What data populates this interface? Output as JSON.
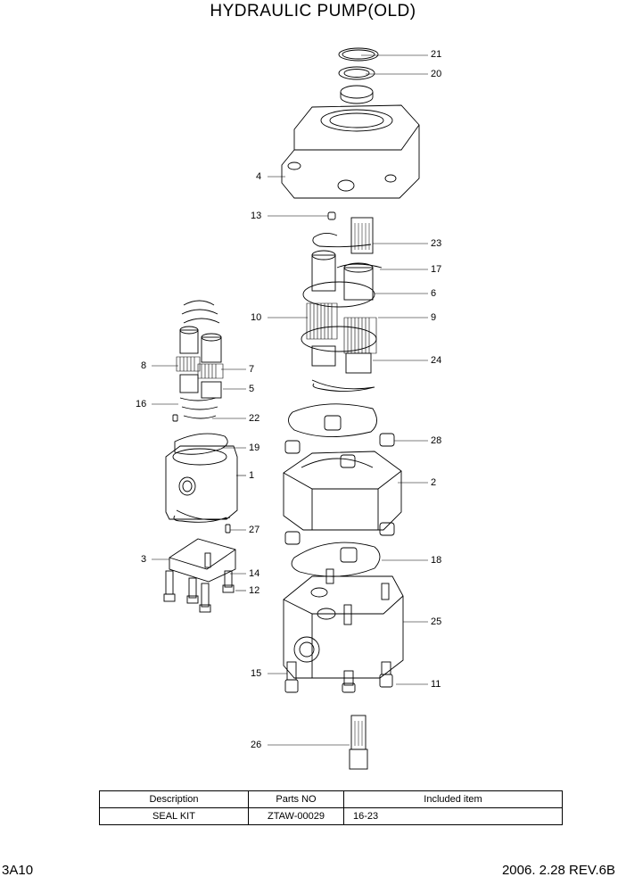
{
  "title": "HYDRAULIC PUMP(OLD)",
  "callouts": [
    "21",
    "20",
    "4",
    "13",
    "23",
    "17",
    "6",
    "10",
    "9",
    "24",
    "8",
    "7",
    "5",
    "16",
    "22",
    "19",
    "28",
    "1",
    "2",
    "27",
    "3",
    "18",
    "14",
    "12",
    "25",
    "15",
    "11",
    "26"
  ],
  "table": {
    "headers": [
      "Description",
      "Parts NO",
      "Included item"
    ],
    "rows": [
      [
        "SEAL KIT",
        "ZTAW-00029",
        "16-23"
      ]
    ]
  },
  "footer": {
    "page_code": "3A10",
    "date_rev": "2006. 2.28 REV.6B"
  }
}
